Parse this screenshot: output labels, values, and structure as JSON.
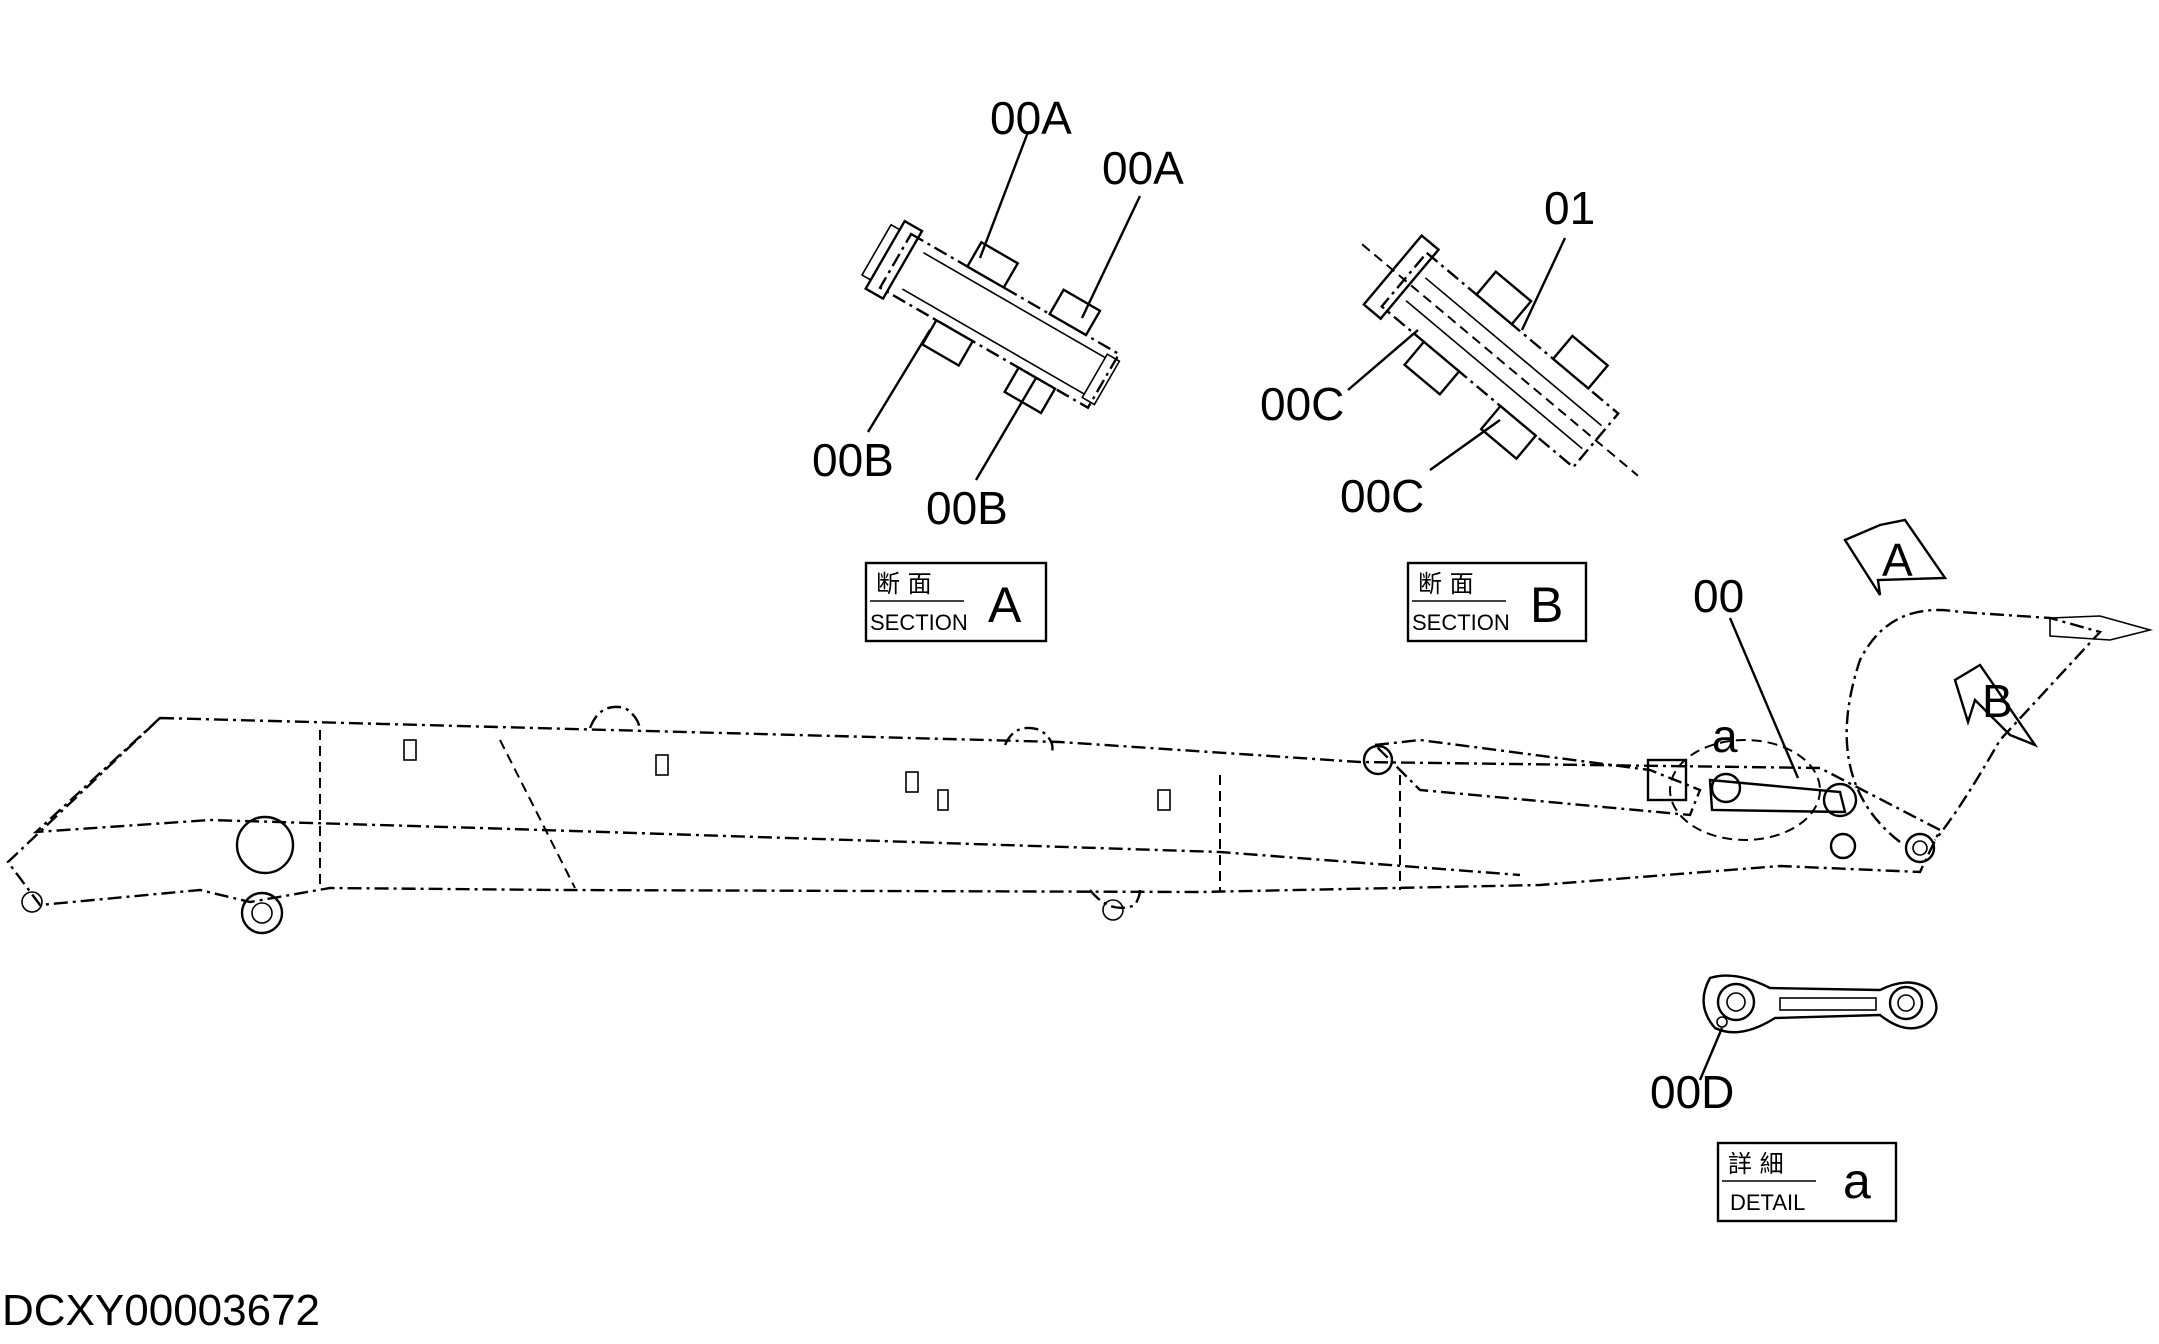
{
  "callouts": {
    "sectionA_top_left": "00A",
    "sectionA_top_right": "00A",
    "sectionA_bottom_left": "00B",
    "sectionA_bottom_right": "00B",
    "sectionB_top": "01",
    "sectionB_left_upper": "00C",
    "sectionB_left_lower": "00C",
    "main_link": "00",
    "detail_a_marker": "a",
    "detail_pin": "00D"
  },
  "view_arrows": {
    "a": "A",
    "b": "B"
  },
  "section_boxes": {
    "section_a": {
      "jp": "断 面",
      "en": "SECTION",
      "letter": "A"
    },
    "section_b": {
      "jp": "断 面",
      "en": "SECTION",
      "letter": "B"
    },
    "detail_a": {
      "jp": "詳 細",
      "en": "DETAIL",
      "letter": "a"
    }
  },
  "document_id": "DCXY00003672"
}
